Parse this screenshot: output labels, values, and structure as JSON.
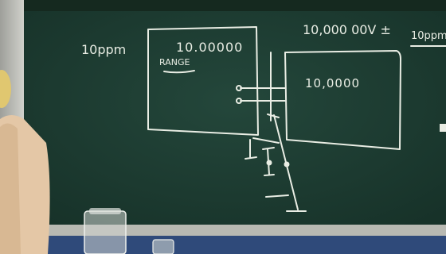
{
  "board": {
    "left_note": "10ppm",
    "box_left_value": "10.00000",
    "box_left_label": "RANGE",
    "top_right_value": "10,000 00V ±",
    "top_right_note": "10ppm",
    "box_right_value": "10,0000"
  },
  "colors": {
    "board": "#1f3d33",
    "chalk": "#e9ede4",
    "tray": "#b8b9b2",
    "wall": "#2f4a7a"
  }
}
